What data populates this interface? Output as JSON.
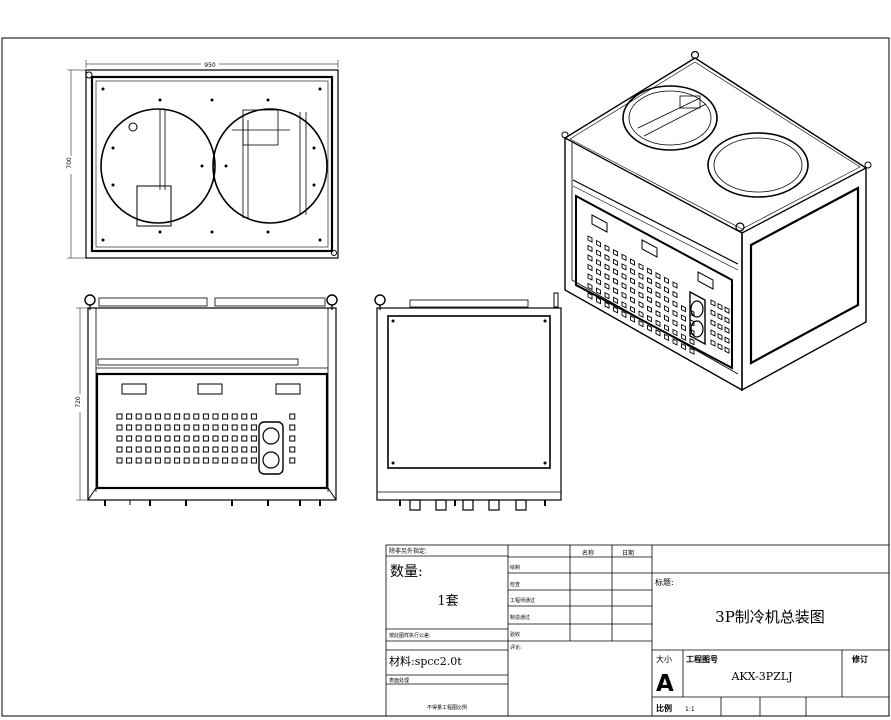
{
  "dimensions": {
    "top_width": "950",
    "top_height": "700",
    "front_height": "720"
  },
  "title_block": {
    "unless_specified": "除非另外指定:",
    "quantity_label": "数量:",
    "quantity_value": "1套",
    "tolerance_note": "按此图样执行公差:",
    "material": "材料:spcc2.0t",
    "surface_treatment": "表面处理",
    "scale_note": "不得量工程图比例",
    "col_name": "名称",
    "col_date": "日期",
    "rows": [
      "绘制",
      "检查",
      "工程师通过",
      "制造通过",
      "验收",
      "评论:"
    ],
    "title_label": "标题:",
    "title": "3P制冷机总装图",
    "size_label": "大小",
    "size_value": "A",
    "drawing_no_label": "工程图号",
    "drawing_no": "AKX-3PZLJ",
    "revision_label": "修订",
    "scale_label": "比例",
    "scale_value": "1:1"
  }
}
